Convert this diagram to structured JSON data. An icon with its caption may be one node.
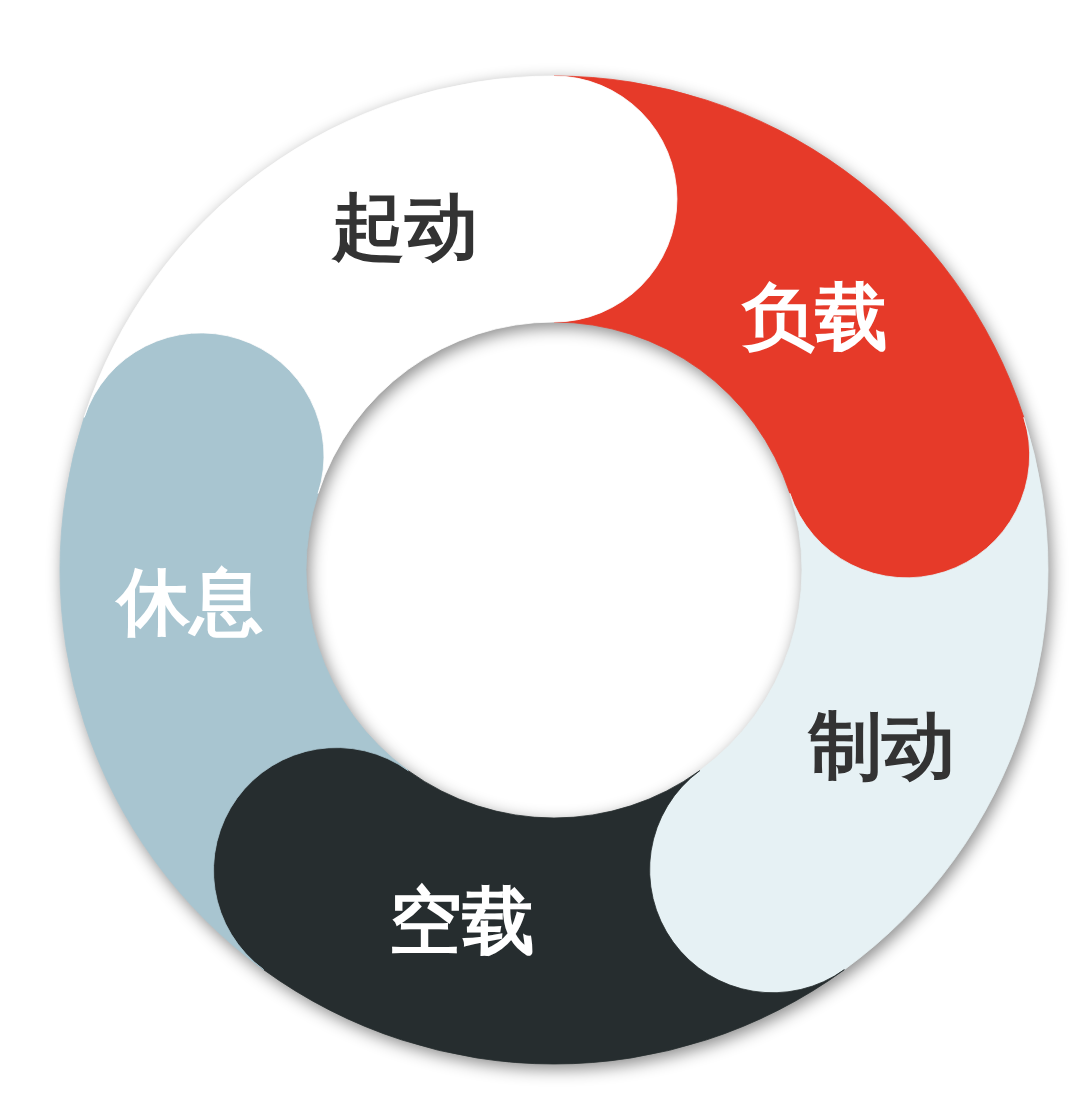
{
  "diagram": {
    "nodes": [
      {
        "text": [
          "起动"
        ]
      },
      {
        "text": [
          "负载"
        ]
      },
      {
        "text": [
          "制动"
        ]
      },
      {
        "text": [
          "空载"
        ]
      },
      {
        "text": [
          "休息"
        ]
      }
    ]
  }
}
